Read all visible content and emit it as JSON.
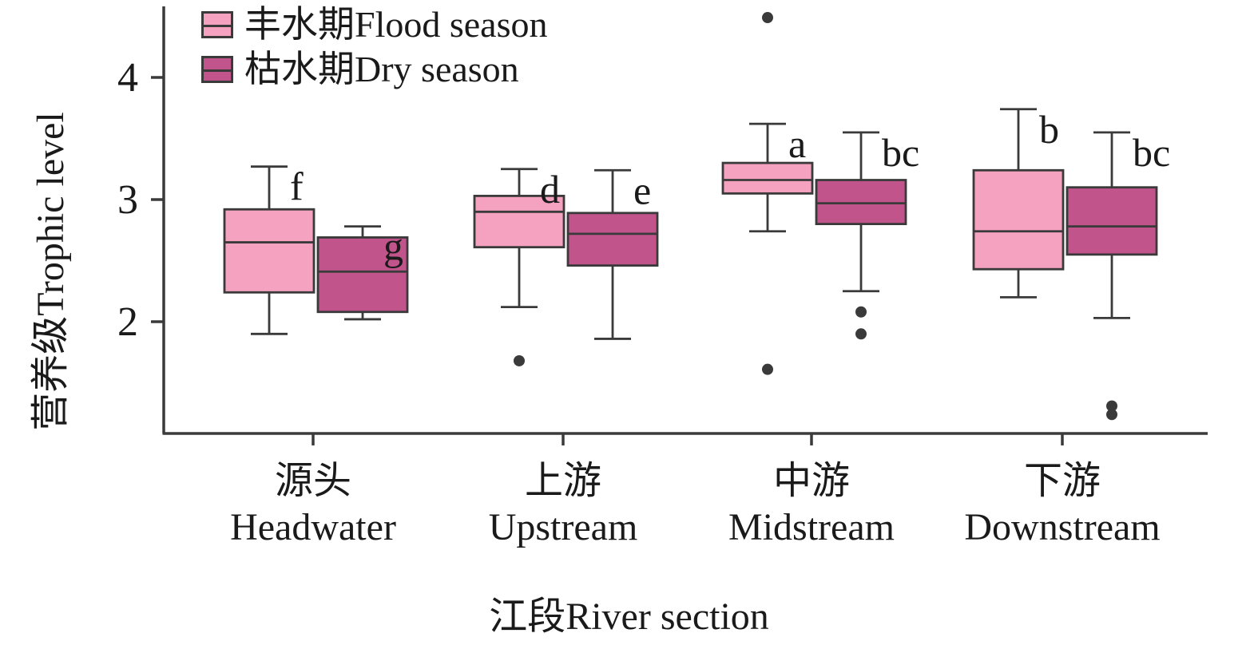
{
  "chart_data": {
    "type": "boxplot",
    "title": "",
    "xlabel": "江段River section",
    "ylabel": "营养级Trophic level",
    "ylim": [
      1.1,
      4.6
    ],
    "yticks": [
      2,
      3,
      4
    ],
    "grid": false,
    "legend_position": "top-left-inside",
    "axis_color": "#3a3a3a",
    "outlier_color": "#3a3a3a",
    "categories": [
      {
        "zh": "源头",
        "en": "Headwater"
      },
      {
        "zh": "上游",
        "en": "Upstream"
      },
      {
        "zh": "中游",
        "en": "Midstream"
      },
      {
        "zh": "下游",
        "en": "Downstream"
      }
    ],
    "series": [
      {
        "name": "丰水期Flood season",
        "color": "#f5a2c0",
        "boxes": [
          {
            "low": 1.9,
            "q1": 2.24,
            "median": 2.65,
            "q3": 2.92,
            "high": 3.27,
            "outliers": [],
            "sig": "f"
          },
          {
            "low": 2.12,
            "q1": 2.61,
            "median": 2.9,
            "q3": 3.03,
            "high": 3.25,
            "outliers": [
              1.68
            ],
            "sig": "d"
          },
          {
            "low": 2.74,
            "q1": 3.05,
            "median": 3.16,
            "q3": 3.3,
            "high": 3.62,
            "outliers": [
              4.49,
              1.61
            ],
            "sig": "a"
          },
          {
            "low": 2.2,
            "q1": 2.43,
            "median": 2.74,
            "q3": 3.24,
            "high": 3.74,
            "outliers": [],
            "sig": "b"
          }
        ]
      },
      {
        "name": "枯水期Dry season",
        "color": "#c2548c",
        "boxes": [
          {
            "low": 2.02,
            "q1": 2.08,
            "median": 2.41,
            "q3": 2.69,
            "high": 2.78,
            "outliers": [],
            "sig": "g"
          },
          {
            "low": 1.86,
            "q1": 2.46,
            "median": 2.72,
            "q3": 2.89,
            "high": 3.24,
            "outliers": [],
            "sig": "e"
          },
          {
            "low": 2.25,
            "q1": 2.8,
            "median": 2.97,
            "q3": 3.16,
            "high": 3.55,
            "outliers": [
              2.08,
              1.9
            ],
            "sig": "bc"
          },
          {
            "low": 2.03,
            "q1": 2.55,
            "median": 2.78,
            "q3": 3.1,
            "high": 3.55,
            "outliers": [
              1.31,
              1.24
            ],
            "sig": "bc"
          }
        ]
      }
    ]
  },
  "layout_note": "box-and-whisker plot, two seasons per river section"
}
